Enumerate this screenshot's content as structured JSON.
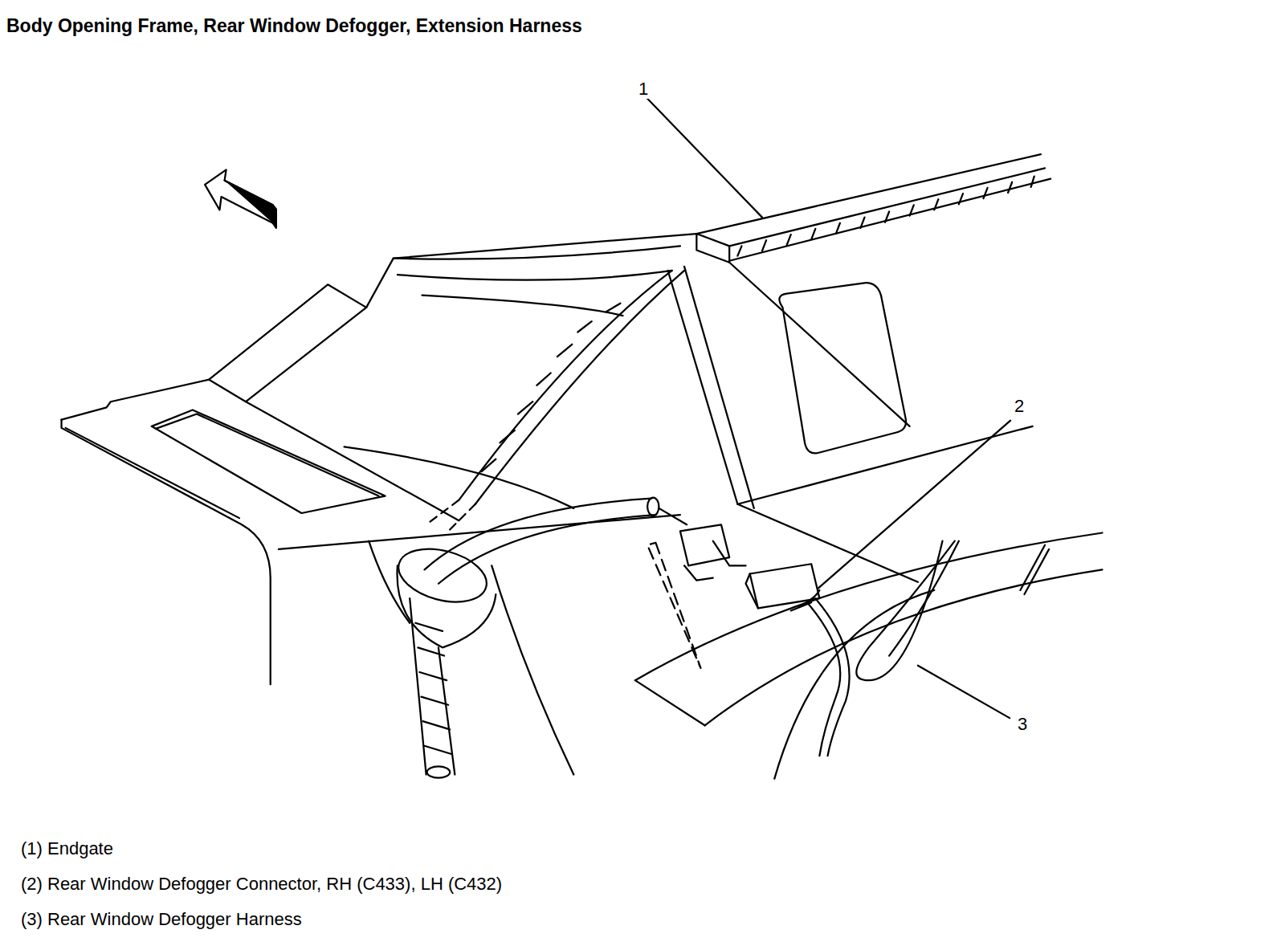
{
  "diagram": {
    "title": "Body Opening Frame, Rear Window Defogger, Extension Harness",
    "labels": [
      "1",
      "2",
      "3",
      "(1) Endgate",
      "(2) Rear Window Defogger Connector, RH (C433), LH (C432)",
      "(3) Rear Window Defogger Harness"
    ]
  }
}
